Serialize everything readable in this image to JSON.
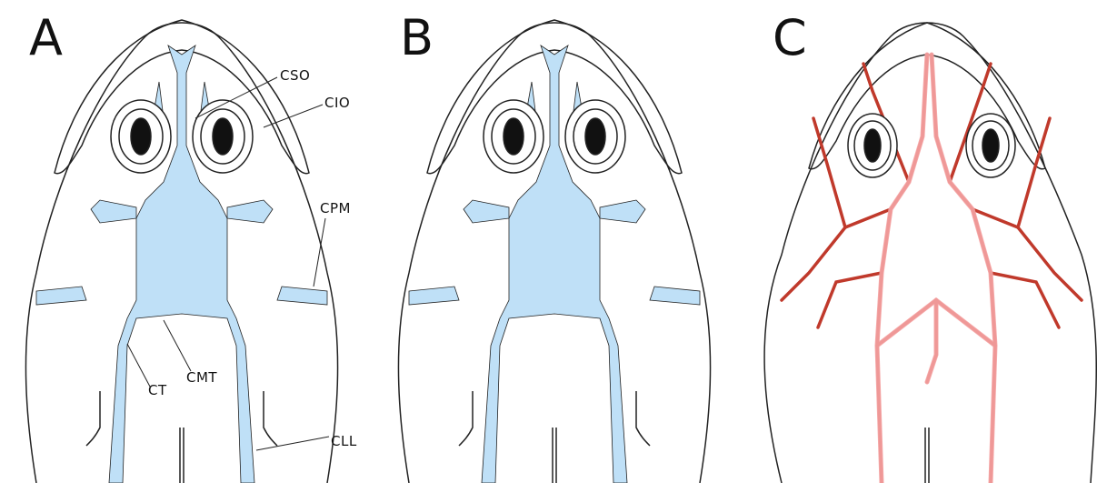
{
  "panels": [
    {
      "letter": "A",
      "style": "blue",
      "labels": [
        "CSO",
        "CIO",
        "CPM",
        "CT",
        "CMT",
        "CLL"
      ]
    },
    {
      "letter": "B",
      "style": "blue",
      "labels": []
    },
    {
      "letter": "C",
      "style": "red",
      "labels": []
    }
  ],
  "colors": {
    "blue_fill": "#bfe0f7",
    "red_fill": "#f5a3a3",
    "red_stroke": "#c0392b",
    "outline": "#222222"
  }
}
